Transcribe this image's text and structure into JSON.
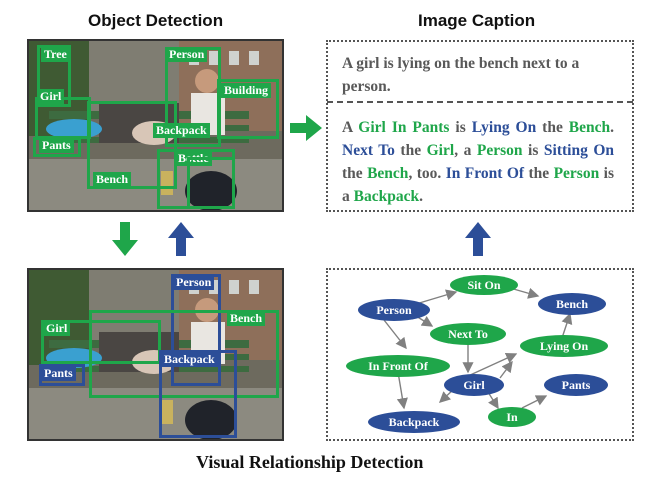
{
  "headings": {
    "left": "Object Detection",
    "right": "Image Caption",
    "bottom": "Visual Relationship Detection"
  },
  "caption": {
    "simple": "A girl is lying on the bench next to a person.",
    "rich": [
      {
        "text": "A ",
        "c": "gray"
      },
      {
        "text": "Girl",
        "c": "green"
      },
      {
        "text": " ",
        "c": "gray"
      },
      {
        "text": "In Pants",
        "c": "green"
      },
      {
        "text": " is ",
        "c": "gray"
      },
      {
        "text": "Lying On",
        "c": "blue"
      },
      {
        "text": " the ",
        "c": "gray"
      },
      {
        "text": "Bench",
        "c": "green"
      },
      {
        "text": ". ",
        "c": "gray"
      },
      {
        "text": "Next To",
        "c": "blue"
      },
      {
        "text": " the ",
        "c": "gray"
      },
      {
        "text": "Girl",
        "c": "green"
      },
      {
        "text": ", a ",
        "c": "gray"
      },
      {
        "text": "Person",
        "c": "green"
      },
      {
        "text": " is ",
        "c": "gray"
      },
      {
        "text": "Sitting On",
        "c": "blue"
      },
      {
        "text": " the ",
        "c": "gray"
      },
      {
        "text": "Bench",
        "c": "green"
      },
      {
        "text": ", too. ",
        "c": "gray"
      },
      {
        "text": "In Front Of",
        "c": "blue"
      },
      {
        "text": " the ",
        "c": "gray"
      },
      {
        "text": "Person",
        "c": "green"
      },
      {
        "text": " is a ",
        "c": "gray"
      },
      {
        "text": "Backpack",
        "c": "green"
      },
      {
        "text": ".",
        "c": "gray"
      }
    ]
  },
  "detection_labels": {
    "tree": "Tree",
    "person": "Person",
    "building": "Building",
    "girl": "Girl",
    "backpack": "Backpack",
    "pants": "Pants",
    "bottle": "Bottle",
    "bench": "Bench"
  },
  "relationship_labels": {
    "person": "Person",
    "bench": "Bench",
    "girl": "Girl",
    "backpack": "Backpack",
    "pants": "Pants"
  },
  "graph": {
    "nodes": {
      "person": "Person",
      "sit_on": "Sit On",
      "bench": "Bench",
      "next_to": "Next To",
      "lying_on": "Lying On",
      "in_front_of": "In Front Of",
      "girl": "Girl",
      "pants": "Pants",
      "backpack": "Backpack",
      "in": "In"
    }
  },
  "colors": {
    "green": "#1fa64a",
    "blue": "#2c4e98",
    "gray_text": "#595959"
  }
}
